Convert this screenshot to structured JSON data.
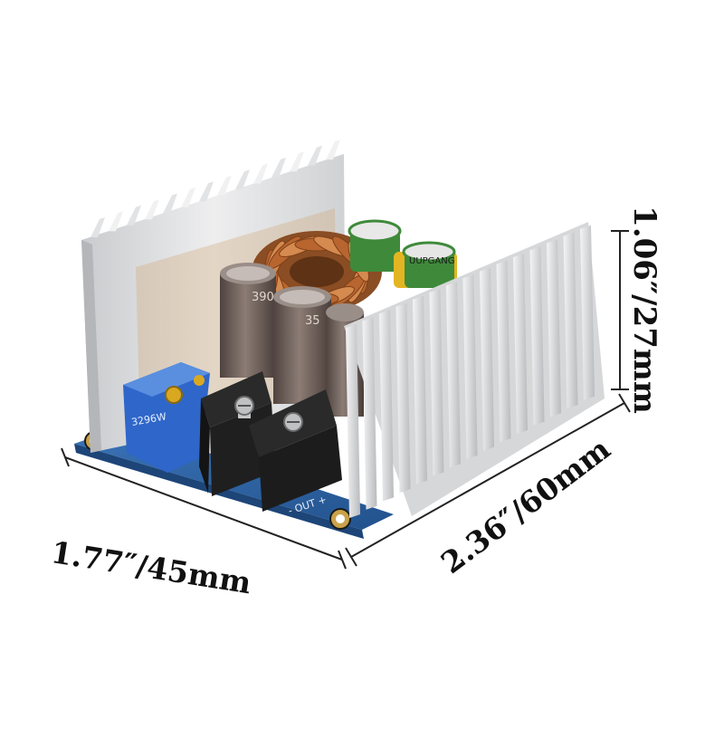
{
  "image": {
    "subject": "DC-DC step-down converter module with aluminium heatsinks",
    "background": "#ffffff"
  },
  "dimensions": {
    "height": "1.06″/27mm",
    "width": "1.77″/45mm",
    "depth": "2.36″/60mm"
  },
  "components": {
    "potentiometer_text": "3296W",
    "capacitor_text": "390",
    "capacitor_voltage": "35",
    "watermark": "UUPGANG",
    "pcb_marks": "- OUT +"
  },
  "colors": {
    "heatsink": "#d9dadb",
    "heatsink_shadow": "#a9abae",
    "pcb": "#2e66a8",
    "coil_copper": "#c6743b",
    "capacitor_body": "#6a5b55",
    "green_capacitor": "#3e8a3a",
    "trimpot": "#2f66c9",
    "terminal": "#1e1e1e",
    "text": "#111111"
  }
}
